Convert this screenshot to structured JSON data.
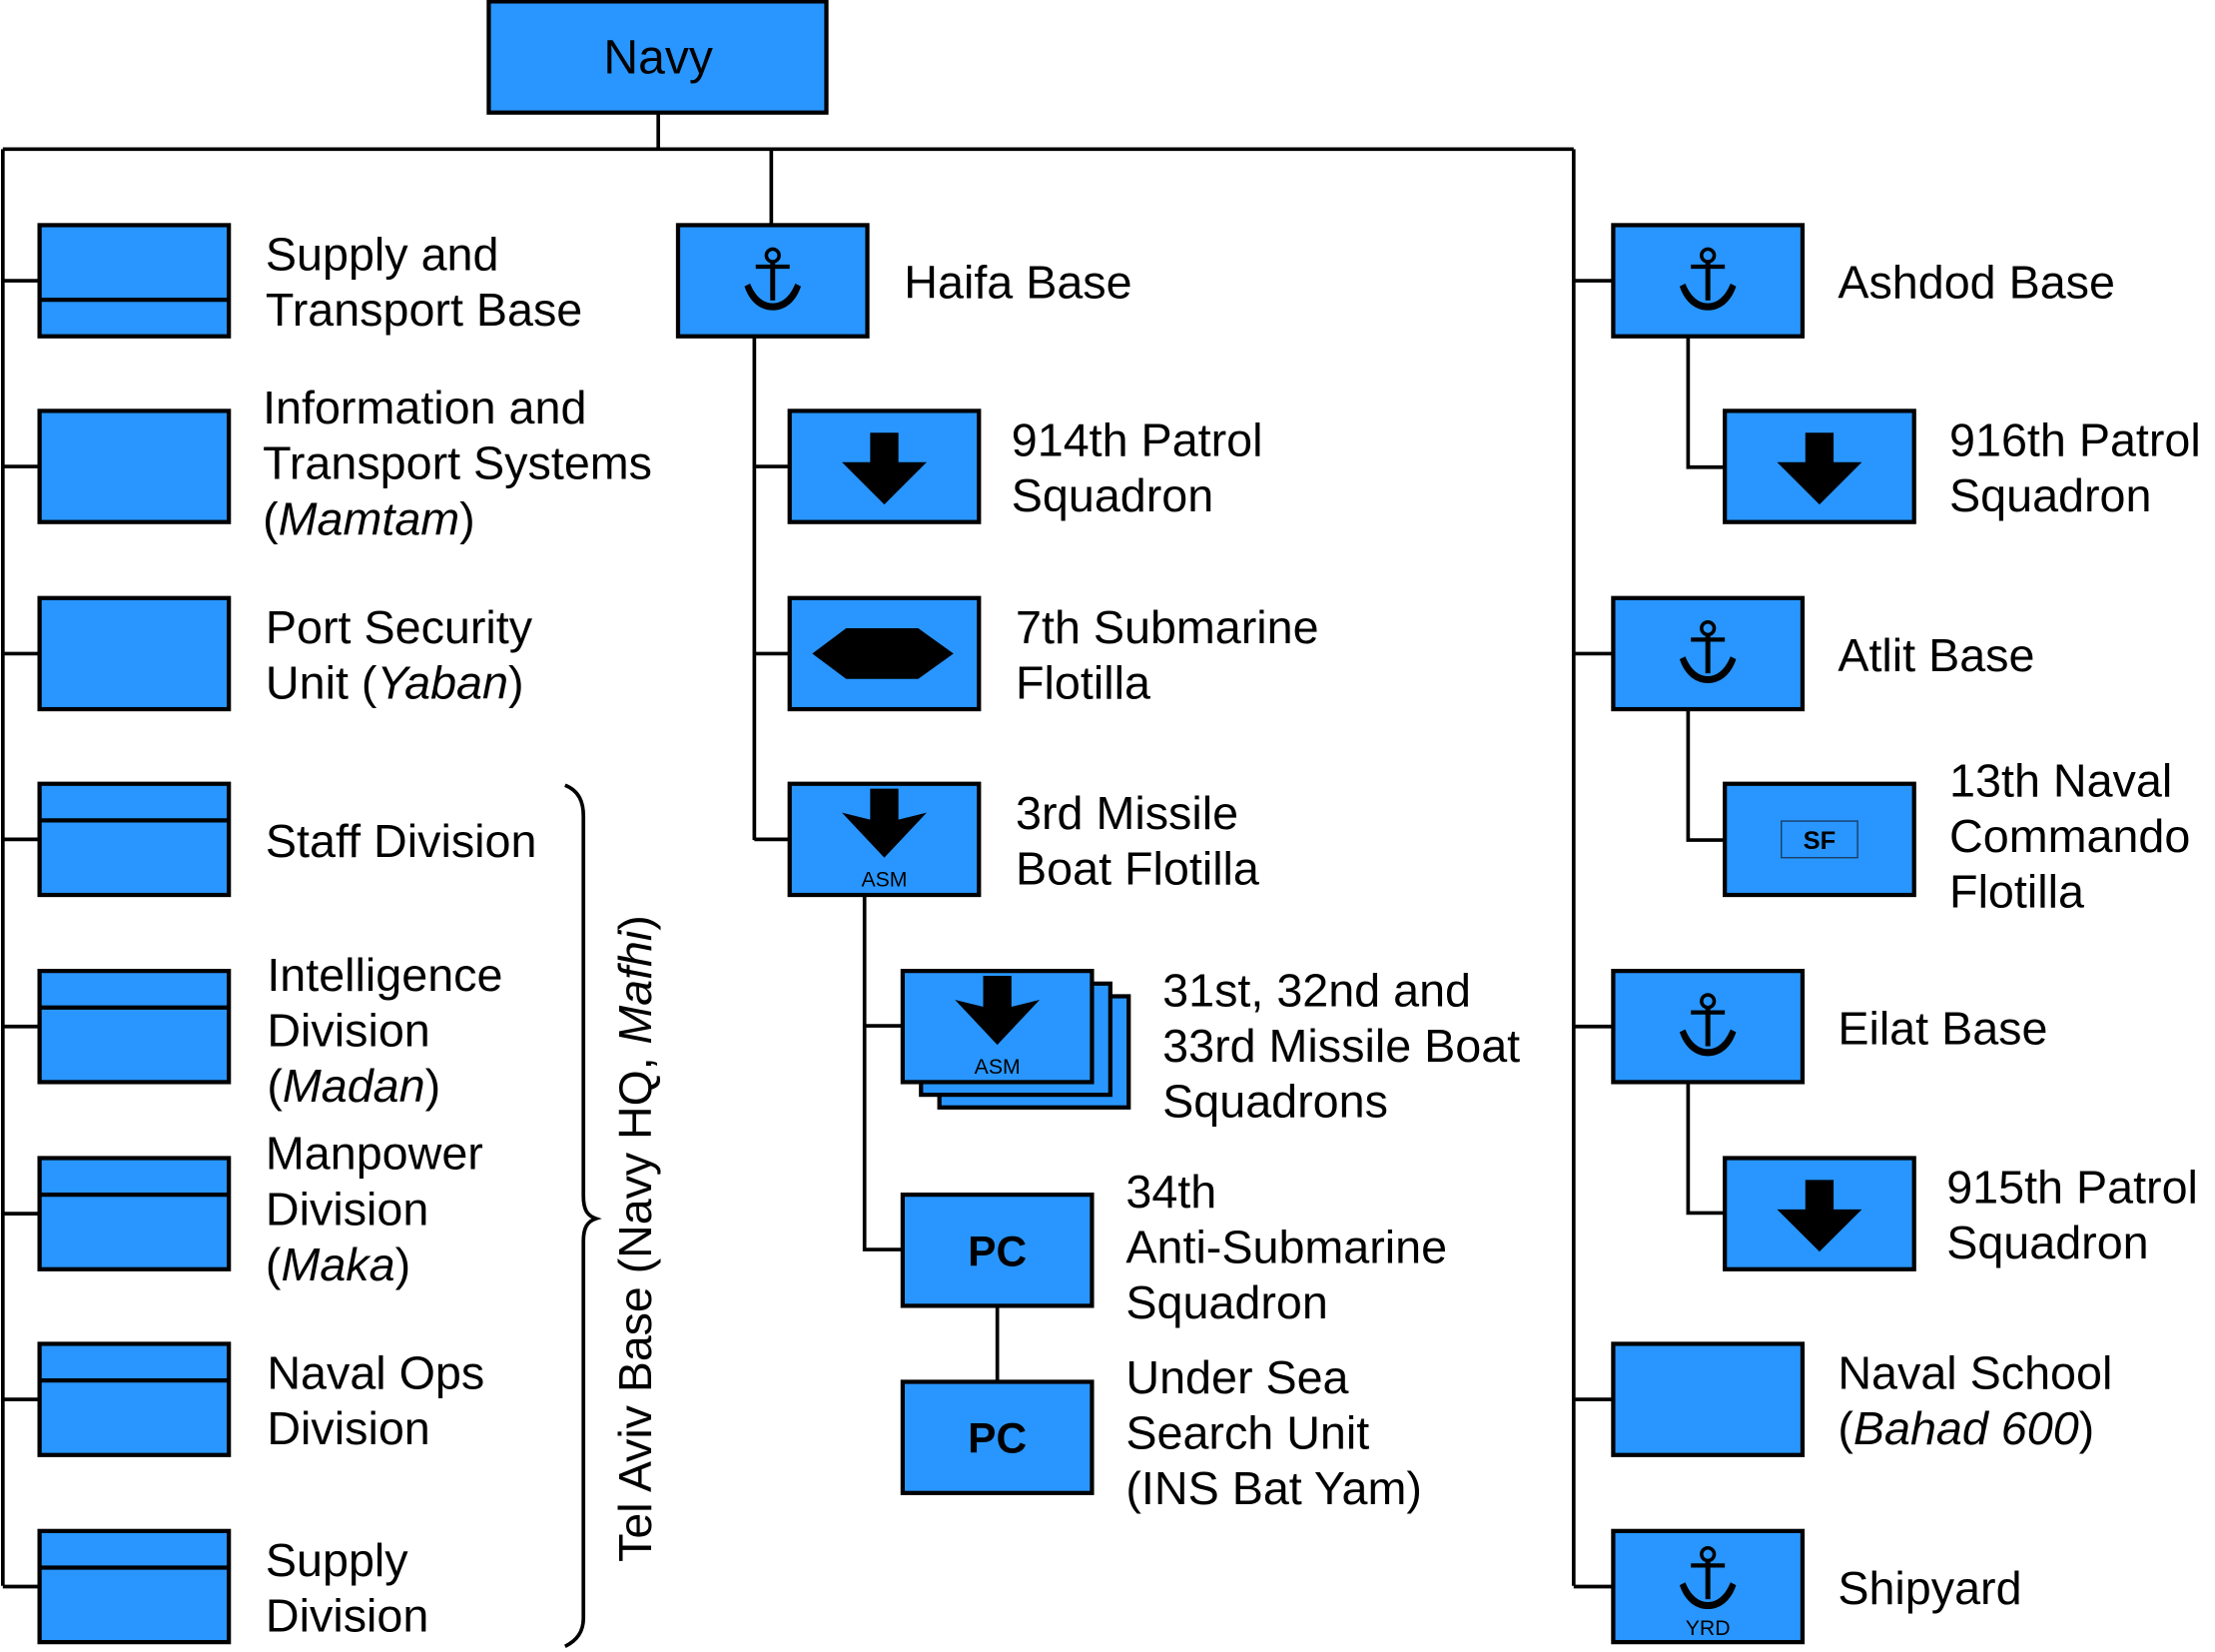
{
  "title": "Navy",
  "colors": {
    "unit_fill": "#2896fe",
    "line": "#000000"
  },
  "bracket_label": {
    "main": "Tel Aviv Base (Navy HQ, ",
    "italic": "Mafhi",
    "close": ")"
  },
  "left_units": [
    {
      "id": "supply-transport-base",
      "type": "support",
      "lines": [
        [
          "Supply and"
        ],
        [
          "Transport Base"
        ]
      ]
    },
    {
      "id": "info-transport-systems",
      "type": "plain",
      "lines": [
        [
          "Information and"
        ],
        [
          "Transport Systems"
        ],
        [
          "(",
          "Mamtam",
          ")"
        ]
      ]
    },
    {
      "id": "port-security-unit",
      "type": "plain",
      "lines": [
        [
          "Port Security"
        ],
        [
          "Unit (",
          "Yaban",
          ")"
        ]
      ]
    },
    {
      "id": "staff-division",
      "type": "hq",
      "lines": [
        [
          "Staff Division"
        ]
      ]
    },
    {
      "id": "intelligence-division",
      "type": "hq",
      "lines": [
        [
          "Intelligence"
        ],
        [
          "Division"
        ],
        [
          "(",
          "Madan",
          ")"
        ]
      ]
    },
    {
      "id": "manpower-division",
      "type": "hq",
      "lines": [
        [
          "Manpower"
        ],
        [
          "Division"
        ],
        [
          "(",
          "Maka",
          ")"
        ]
      ]
    },
    {
      "id": "naval-ops-division",
      "type": "hq",
      "lines": [
        [
          "Naval Ops"
        ],
        [
          "Division"
        ]
      ]
    },
    {
      "id": "supply-division",
      "type": "hq",
      "lines": [
        [
          "Supply"
        ],
        [
          "Division"
        ]
      ]
    }
  ],
  "center_units": [
    {
      "id": "haifa-base",
      "symbol": "anchor",
      "lines": [
        [
          "Haifa Base"
        ]
      ]
    },
    {
      "id": "914th-patrol-squadron",
      "symbol": "patrol",
      "lines": [
        [
          "914th Patrol"
        ],
        [
          "Squadron"
        ]
      ]
    },
    {
      "id": "7th-submarine-flotilla",
      "symbol": "submarine",
      "lines": [
        [
          "7th Submarine"
        ],
        [
          "Flotilla"
        ]
      ]
    },
    {
      "id": "3rd-missile-boat-flotilla",
      "symbol": "asm",
      "symbol_text": "ASM",
      "lines": [
        [
          "3rd Missile"
        ],
        [
          "Boat Flotilla"
        ]
      ]
    },
    {
      "id": "31-32-33-missile-boat-squadrons",
      "symbol": "asm-stack",
      "symbol_text": "ASM",
      "lines": [
        [
          "31st, 32nd and"
        ],
        [
          "33rd Missile Boat"
        ],
        [
          "Squadrons"
        ]
      ]
    },
    {
      "id": "34th-anti-submarine-squadron",
      "symbol": "pc",
      "symbol_text": "PC",
      "lines": [
        [
          "34th"
        ],
        [
          "Anti-Submarine"
        ],
        [
          "Squadron"
        ]
      ]
    },
    {
      "id": "under-sea-search-unit",
      "symbol": "pc",
      "symbol_text": "PC",
      "lines": [
        [
          "Under Sea"
        ],
        [
          "Search Unit"
        ],
        [
          "(INS Bat Yam)"
        ]
      ]
    }
  ],
  "right_units": [
    {
      "id": "ashdod-base",
      "symbol": "anchor",
      "lines": [
        [
          "Ashdod Base"
        ]
      ]
    },
    {
      "id": "916th-patrol-squadron",
      "symbol": "patrol",
      "lines": [
        [
          "916th Patrol"
        ],
        [
          "Squadron"
        ]
      ]
    },
    {
      "id": "atlit-base",
      "symbol": "anchor",
      "lines": [
        [
          "Atlit Base"
        ]
      ]
    },
    {
      "id": "13th-naval-commando-flotilla",
      "symbol": "sf",
      "symbol_text": "SF",
      "lines": [
        [
          "13th Naval"
        ],
        [
          "Commando"
        ],
        [
          "Flotilla"
        ]
      ]
    },
    {
      "id": "eilat-base",
      "symbol": "anchor",
      "lines": [
        [
          "Eilat Base"
        ]
      ]
    },
    {
      "id": "915th-patrol-squadron",
      "symbol": "patrol",
      "lines": [
        [
          "915th Patrol"
        ],
        [
          "Squadron"
        ]
      ]
    },
    {
      "id": "naval-school",
      "symbol": "none",
      "lines": [
        [
          "Naval School"
        ],
        [
          "(",
          "Bahad 600",
          ")"
        ]
      ]
    },
    {
      "id": "shipyard",
      "symbol": "anchor-yrd",
      "symbol_text": "YRD",
      "lines": [
        [
          "Shipyard"
        ]
      ]
    }
  ]
}
